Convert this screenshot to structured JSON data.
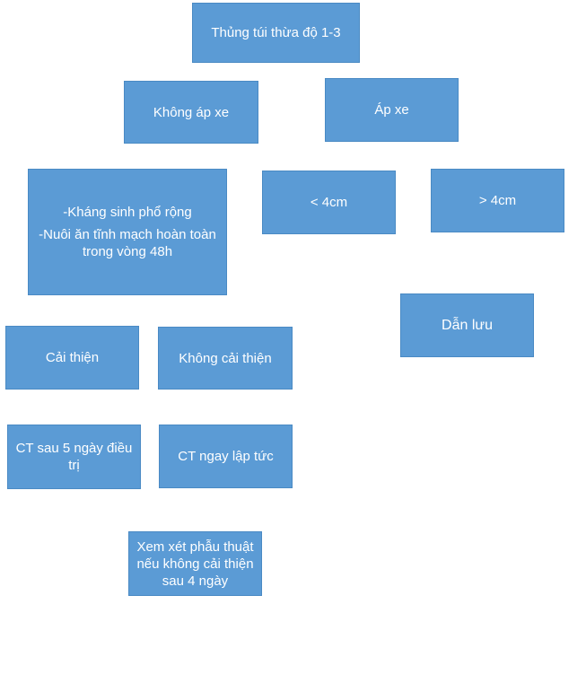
{
  "nodes": {
    "root": "Thủng túi thừa độ 1-3",
    "no_abscess": "Không áp xe",
    "abscess": "Áp xe",
    "treatment": {
      "line1": "-Kháng sinh phổ rộng",
      "line2": "-Nuôi ăn tĩnh mạch hoàn toàn trong vòng 48h"
    },
    "lt4": "< 4cm",
    "gt4": "> 4cm",
    "drainage": "Dẫn lưu",
    "improved": "Cải thiện",
    "not_improved": "Không cải thiện",
    "ct_5days": "CT sau 5 ngày điều trị",
    "ct_now": "CT ngay lập tức",
    "surgery": "Xem xét phẫu thuật nếu không cải thiện sau 4 ngày"
  },
  "colors": {
    "box_fill": "#5b9bd5",
    "box_border": "#4a8ac4",
    "text": "#ffffff"
  }
}
